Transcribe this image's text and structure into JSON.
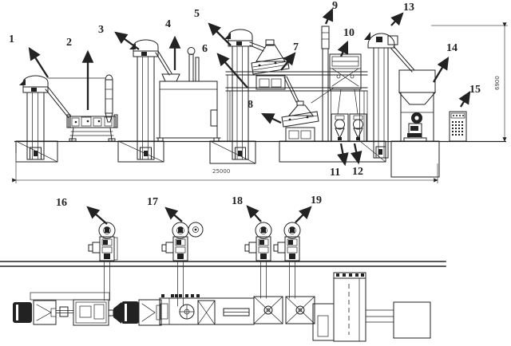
{
  "diagram": {
    "type": "technical-drawing",
    "description": "oil-seed processing plant layout, elevation view (top) and plan view (bottom)",
    "callouts": [
      "1",
      "2",
      "3",
      "4",
      "5",
      "6",
      "7",
      "8",
      "9",
      "10",
      "11",
      "12",
      "13",
      "14",
      "15",
      "16",
      "17",
      "18",
      "19"
    ],
    "dimensions": {
      "length": "25000",
      "height": "6900"
    },
    "colors": {
      "ink": "#222222",
      "paper": "#ffffff"
    }
  }
}
